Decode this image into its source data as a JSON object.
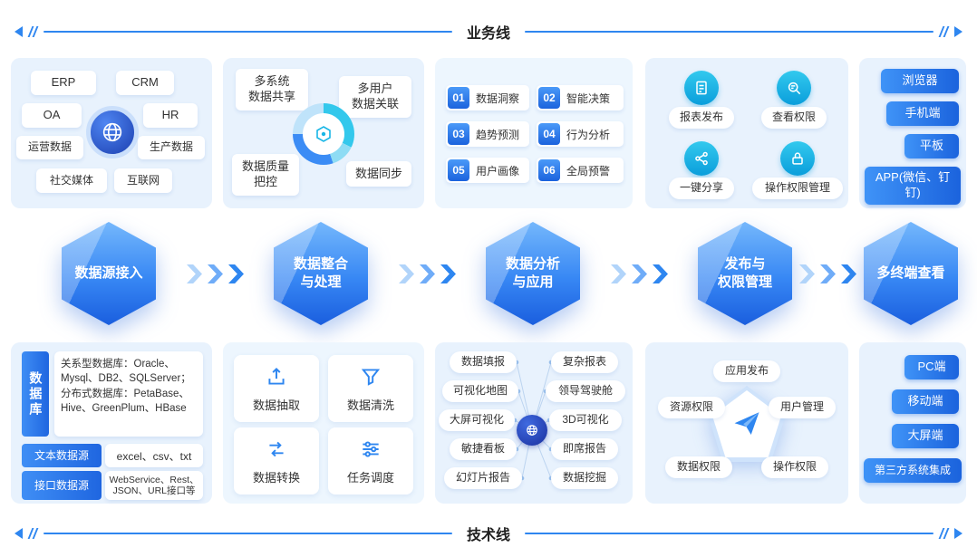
{
  "colors": {
    "accent_blue": "#2e86f0",
    "deep_blue": "#1b63dd",
    "teal": "#0cb4e4",
    "card_bg": "#e8f2fd",
    "hub_navy": "#1c3fb0"
  },
  "banners": {
    "top": "业务线",
    "bottom": "技术线"
  },
  "hexagons": [
    {
      "lines": [
        "数据源接入"
      ]
    },
    {
      "lines": [
        "数据整合",
        "与处理"
      ]
    },
    {
      "lines": [
        "数据分析",
        "与应用"
      ]
    },
    {
      "lines": [
        "发布与",
        "权限管理"
      ]
    },
    {
      "lines": [
        "多终端查看"
      ]
    }
  ],
  "sources_card": {
    "tags": [
      "ERP",
      "CRM",
      "OA",
      "HR",
      "运营数据",
      "生产数据",
      "社交媒体",
      "互联网"
    ]
  },
  "integration_card": {
    "pills": [
      {
        "lines": [
          "多系统",
          "数据共享"
        ]
      },
      {
        "lines": [
          "多用户",
          "数据关联"
        ]
      },
      {
        "lines": [
          "数据质量",
          "把控"
        ]
      },
      {
        "lines": [
          "数据同步"
        ]
      }
    ]
  },
  "analysis_card": {
    "items": [
      {
        "num": "01",
        "label": "数据洞察"
      },
      {
        "num": "02",
        "label": "智能决策"
      },
      {
        "num": "03",
        "label": "趋势预测"
      },
      {
        "num": "04",
        "label": "行为分析"
      },
      {
        "num": "05",
        "label": "用户画像"
      },
      {
        "num": "06",
        "label": "全局预警"
      }
    ]
  },
  "publish_card": {
    "items": [
      {
        "label": "报表发布",
        "icon": "report-publish-icon"
      },
      {
        "label": "查看权限",
        "icon": "view-permission-icon"
      },
      {
        "label": "一键分享",
        "icon": "share-icon"
      },
      {
        "label": "操作权限管理",
        "icon": "lock-icon"
      }
    ]
  },
  "terminal_card": {
    "buttons": [
      "浏览器",
      "手机端",
      "平板",
      "APP(微信、钉钉)"
    ]
  },
  "database_card": {
    "side_label": "数据库",
    "db_text_1": "关系型数据库：Oracle、Mysql、DB2、SQLServer；",
    "db_text_2": "分布式数据库：PetaBase、Hive、GreenPlum、HBase",
    "rows": [
      {
        "label": "文本数据源",
        "value": "excel、csv、txt"
      },
      {
        "label": "接口数据源",
        "value": "WebService、Rest、JSON、URL接口等"
      }
    ]
  },
  "etl_card": {
    "items": [
      {
        "label": "数据抽取",
        "icon": "extract-icon"
      },
      {
        "label": "数据清洗",
        "icon": "funnel-icon"
      },
      {
        "label": "数据转换",
        "icon": "transform-icon"
      },
      {
        "label": "任务调度",
        "icon": "scheduler-icon"
      }
    ]
  },
  "application_card": {
    "left": [
      "数据填报",
      "可视化地图",
      "大屏可视化",
      "敏捷看板",
      "幻灯片报告"
    ],
    "right": [
      "复杂报表",
      "领导驾驶舱",
      "3D可视化",
      "即席报告",
      "数据挖掘"
    ]
  },
  "permission_card": {
    "labels": [
      "应用发布",
      "资源权限",
      "用户管理",
      "数据权限",
      "操作权限"
    ]
  },
  "client_card": {
    "buttons": [
      "PC端",
      "移动端",
      "大屏端",
      "第三方系统集成"
    ]
  }
}
